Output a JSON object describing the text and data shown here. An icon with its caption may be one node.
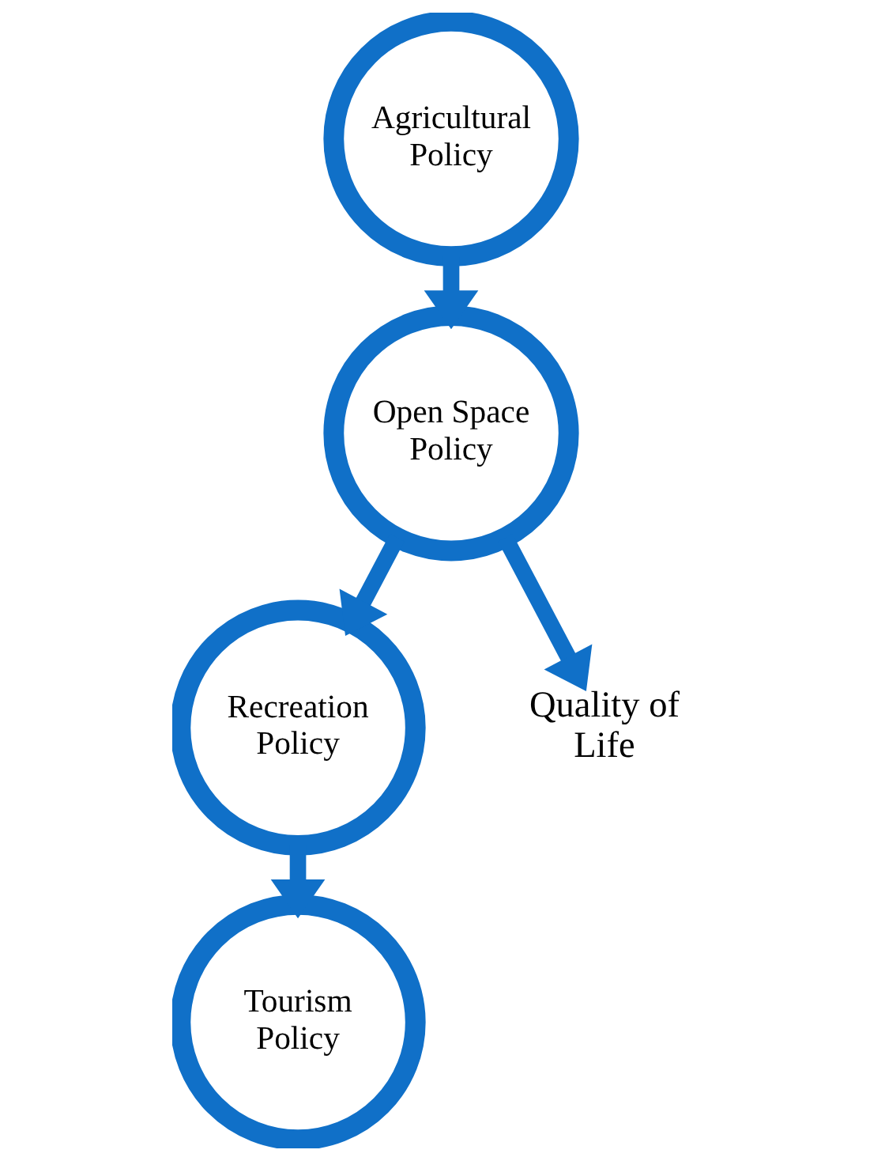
{
  "diagram": {
    "nodes": [
      {
        "text": [
          "Agricultural Policy"
        ]
      },
      {
        "text": [
          "Open Space Policy"
        ]
      },
      {
        "text": [
          "Recreation Policy"
        ]
      },
      {
        "text": [
          "Tourism Policy"
        ]
      },
      {
        "text": [
          "Quality of Life"
        ]
      }
    ],
    "edges": [
      {
        "from": 0,
        "to": 1,
        "arrow": "to"
      },
      {
        "from": 1,
        "to": 2,
        "arrow": "to"
      },
      {
        "from": 2,
        "to": 3,
        "arrow": "to"
      },
      {
        "from": 1,
        "to": 4,
        "arrow": "to"
      }
    ]
  }
}
